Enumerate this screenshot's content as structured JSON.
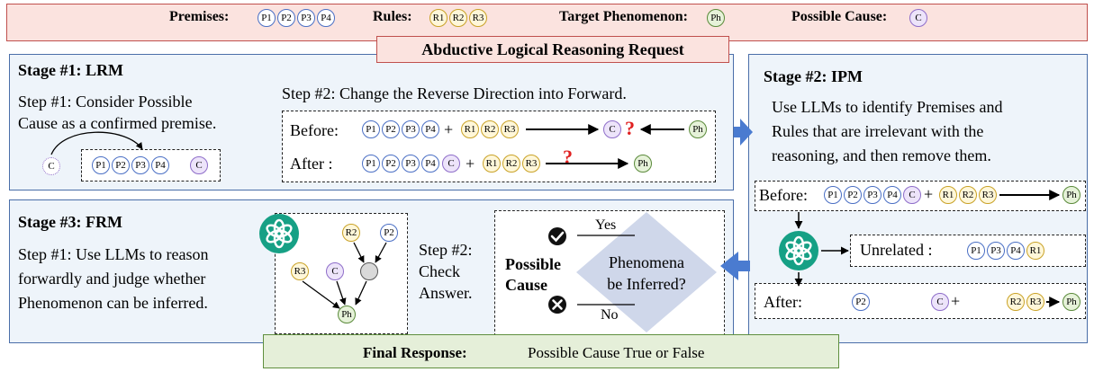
{
  "header": {
    "premises_label": "Premises:",
    "premises": [
      "P1",
      "P2",
      "P3",
      "P4"
    ],
    "rules_label": "Rules:",
    "rules": [
      "R1",
      "R2",
      "R3"
    ],
    "target_label": "Target Phenomenon:",
    "target": "Ph",
    "cause_label": "Possible Cause:",
    "cause": "C",
    "request_title": "Abductive Logical Reasoning Request"
  },
  "stage1": {
    "title": "Stage #1: LRM",
    "step1_line1": "Step #1:  Consider Possible",
    "step1_line2": "Cause as a confirmed premise.",
    "step2": "Step #2:  Change the Reverse Direction into Forward.",
    "before_label": "Before:",
    "after_label": "After :",
    "plus": "+",
    "question": "?"
  },
  "stage2": {
    "title": "Stage #2: IPM",
    "line1": "Use LLMs to identify Premises and",
    "line2": "Rules that are irrelevant with the",
    "line3": "reasoning, and then remove them.",
    "before_label": "Before:",
    "unrelated_label": "Unrelated :",
    "after_label": "After:",
    "plus": "+"
  },
  "stage3": {
    "title": "Stage #3: FRM",
    "step1_line1": "Step #1:  Use LLMs to reason",
    "step1_line2": "forwardly and judge whether",
    "step1_line3": "Phenomenon can be inferred.",
    "step2_line1": "Step #2:",
    "step2_line2": "Check",
    "step2_line3": "Answer.",
    "possible": "Possible",
    "cause": "Cause",
    "yes": "Yes",
    "no": "No",
    "decision_line1": "Phenomena",
    "decision_line2": "be Inferred?"
  },
  "footer": {
    "final_label": "Final Response:",
    "final_text": "Possible Cause True or False"
  },
  "colors": {
    "premise": "#4a6fc4",
    "rule": "#c9a227",
    "phenomenon": "#5a8a3a",
    "cause": "#8e6dc9",
    "stage_border": "#4a6ea9",
    "request_bg": "#fbe3df",
    "final_bg": "#e5efd9",
    "arrow_blue": "#4a7bd0",
    "question_red": "#e02020"
  },
  "icons": {
    "openai": "openai-logo-icon",
    "check": "check-circle-icon",
    "cross": "x-circle-icon"
  }
}
